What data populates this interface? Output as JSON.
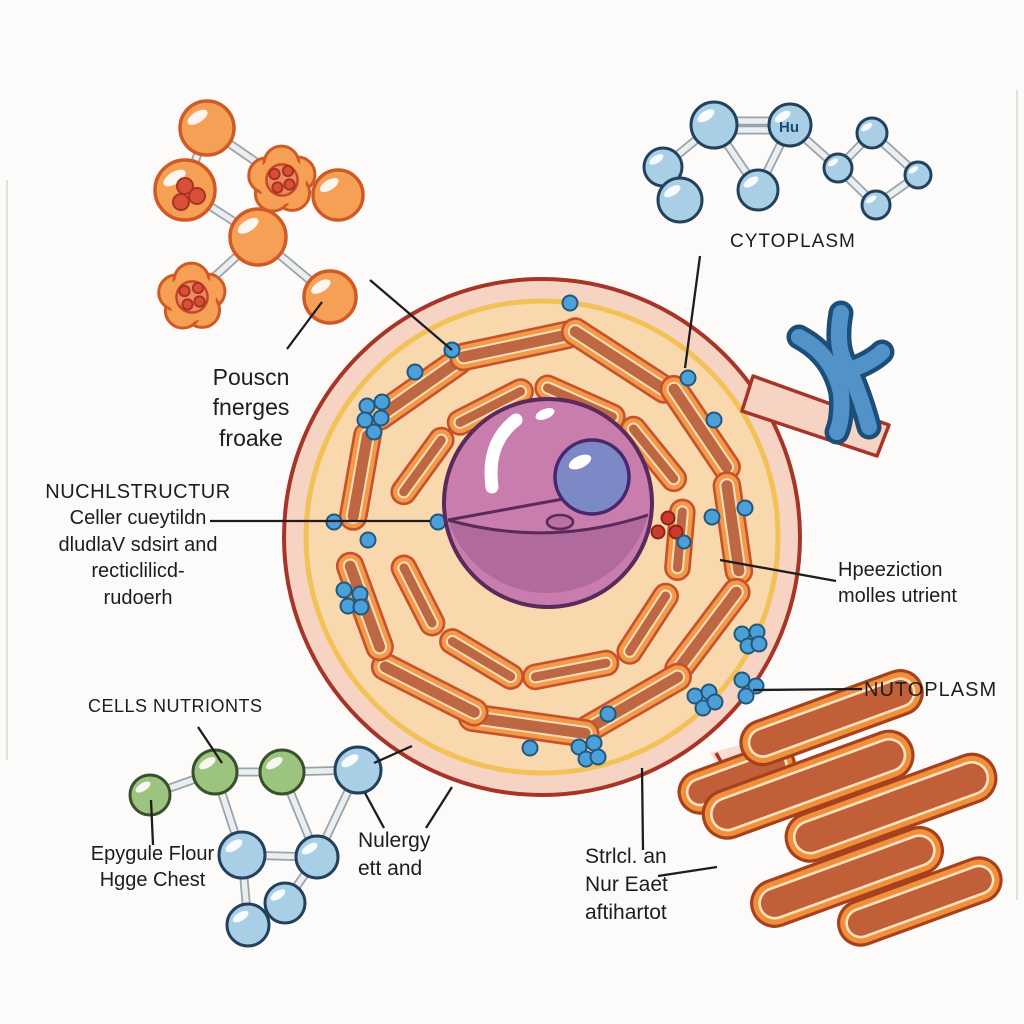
{
  "title": "Animal cell diagram illustration",
  "palette": {
    "bg": "#fcfbf9",
    "ink": "#1d1d1d",
    "cell_band": "#f7d3c3",
    "cell_outline": "#a63528",
    "cell_inner_ring": "#f2c157",
    "cell_cytoplasm": "#f8d8ac",
    "capsule_outline": "#c6512a",
    "capsule_rim": "#f09a4a",
    "capsule_core": "#bd6743",
    "capsule_gap": "#f8ddb6",
    "nucleus_fill": "#c87dad",
    "nucleus_dark": "#b06a9b",
    "nucleus_outline": "#5a2a5c",
    "nucleolus_fill": "#7d88c6",
    "nucleolus_outline": "#46286b",
    "dot_blue": "#4d9fd8",
    "dot_blue_outline": "#20597e",
    "dot_red": "#cc3b2e",
    "mol_orange": "#f6a055",
    "mol_orange_outline": "#cf5a26",
    "mol_orange_inner": "#ee8b5e",
    "mol_red_dot": "#d9503a",
    "mol_blue": "#a9cfe6",
    "mol_blue_outline": "#23415c",
    "mol_green": "#9cc47e",
    "mol_green_outline": "#39502f",
    "bond_dark": "#9aa3a8",
    "bond_light": "#ebeef0",
    "golgi_outline": "#a6401d",
    "golgi_rim": "#f08f3c",
    "golgi_core": "#c05f38",
    "golgi_gap": "#fbe3c0",
    "chromo_fill": "#5193c8",
    "chromo_outline": "#1d4e77",
    "edge_line": "#e3e1dd"
  },
  "labels": {
    "energy_molecule": {
      "line1": "Pouscn",
      "line2": "fnerges",
      "line3": "froake"
    },
    "nucleus_structure": {
      "title": "NUCHLSTRUCTUR",
      "line1": "Celler cueytildn",
      "line2": "dludlaV sdsirt and",
      "line3": "recticlilicd-",
      "line4": "rudoerh"
    },
    "cytoplasm": "CYTOPLASM",
    "h_atom": "Hu",
    "reaction": {
      "line1": "Hpeeziction",
      "line2": "molles utrient"
    },
    "nutoplasm": "NUTOPLASM",
    "cells_nutrients": "CELLS NUTRIONTS",
    "nutrient_flow": {
      "line1": "Epygule Flour",
      "line2": "Hgge Chest"
    },
    "energy": {
      "line1": "Nulergy",
      "line2": "ett and"
    },
    "structure": {
      "line1": "Strlcl. an",
      "line2": "Nur Eaet",
      "line3": "aftihartot"
    }
  }
}
